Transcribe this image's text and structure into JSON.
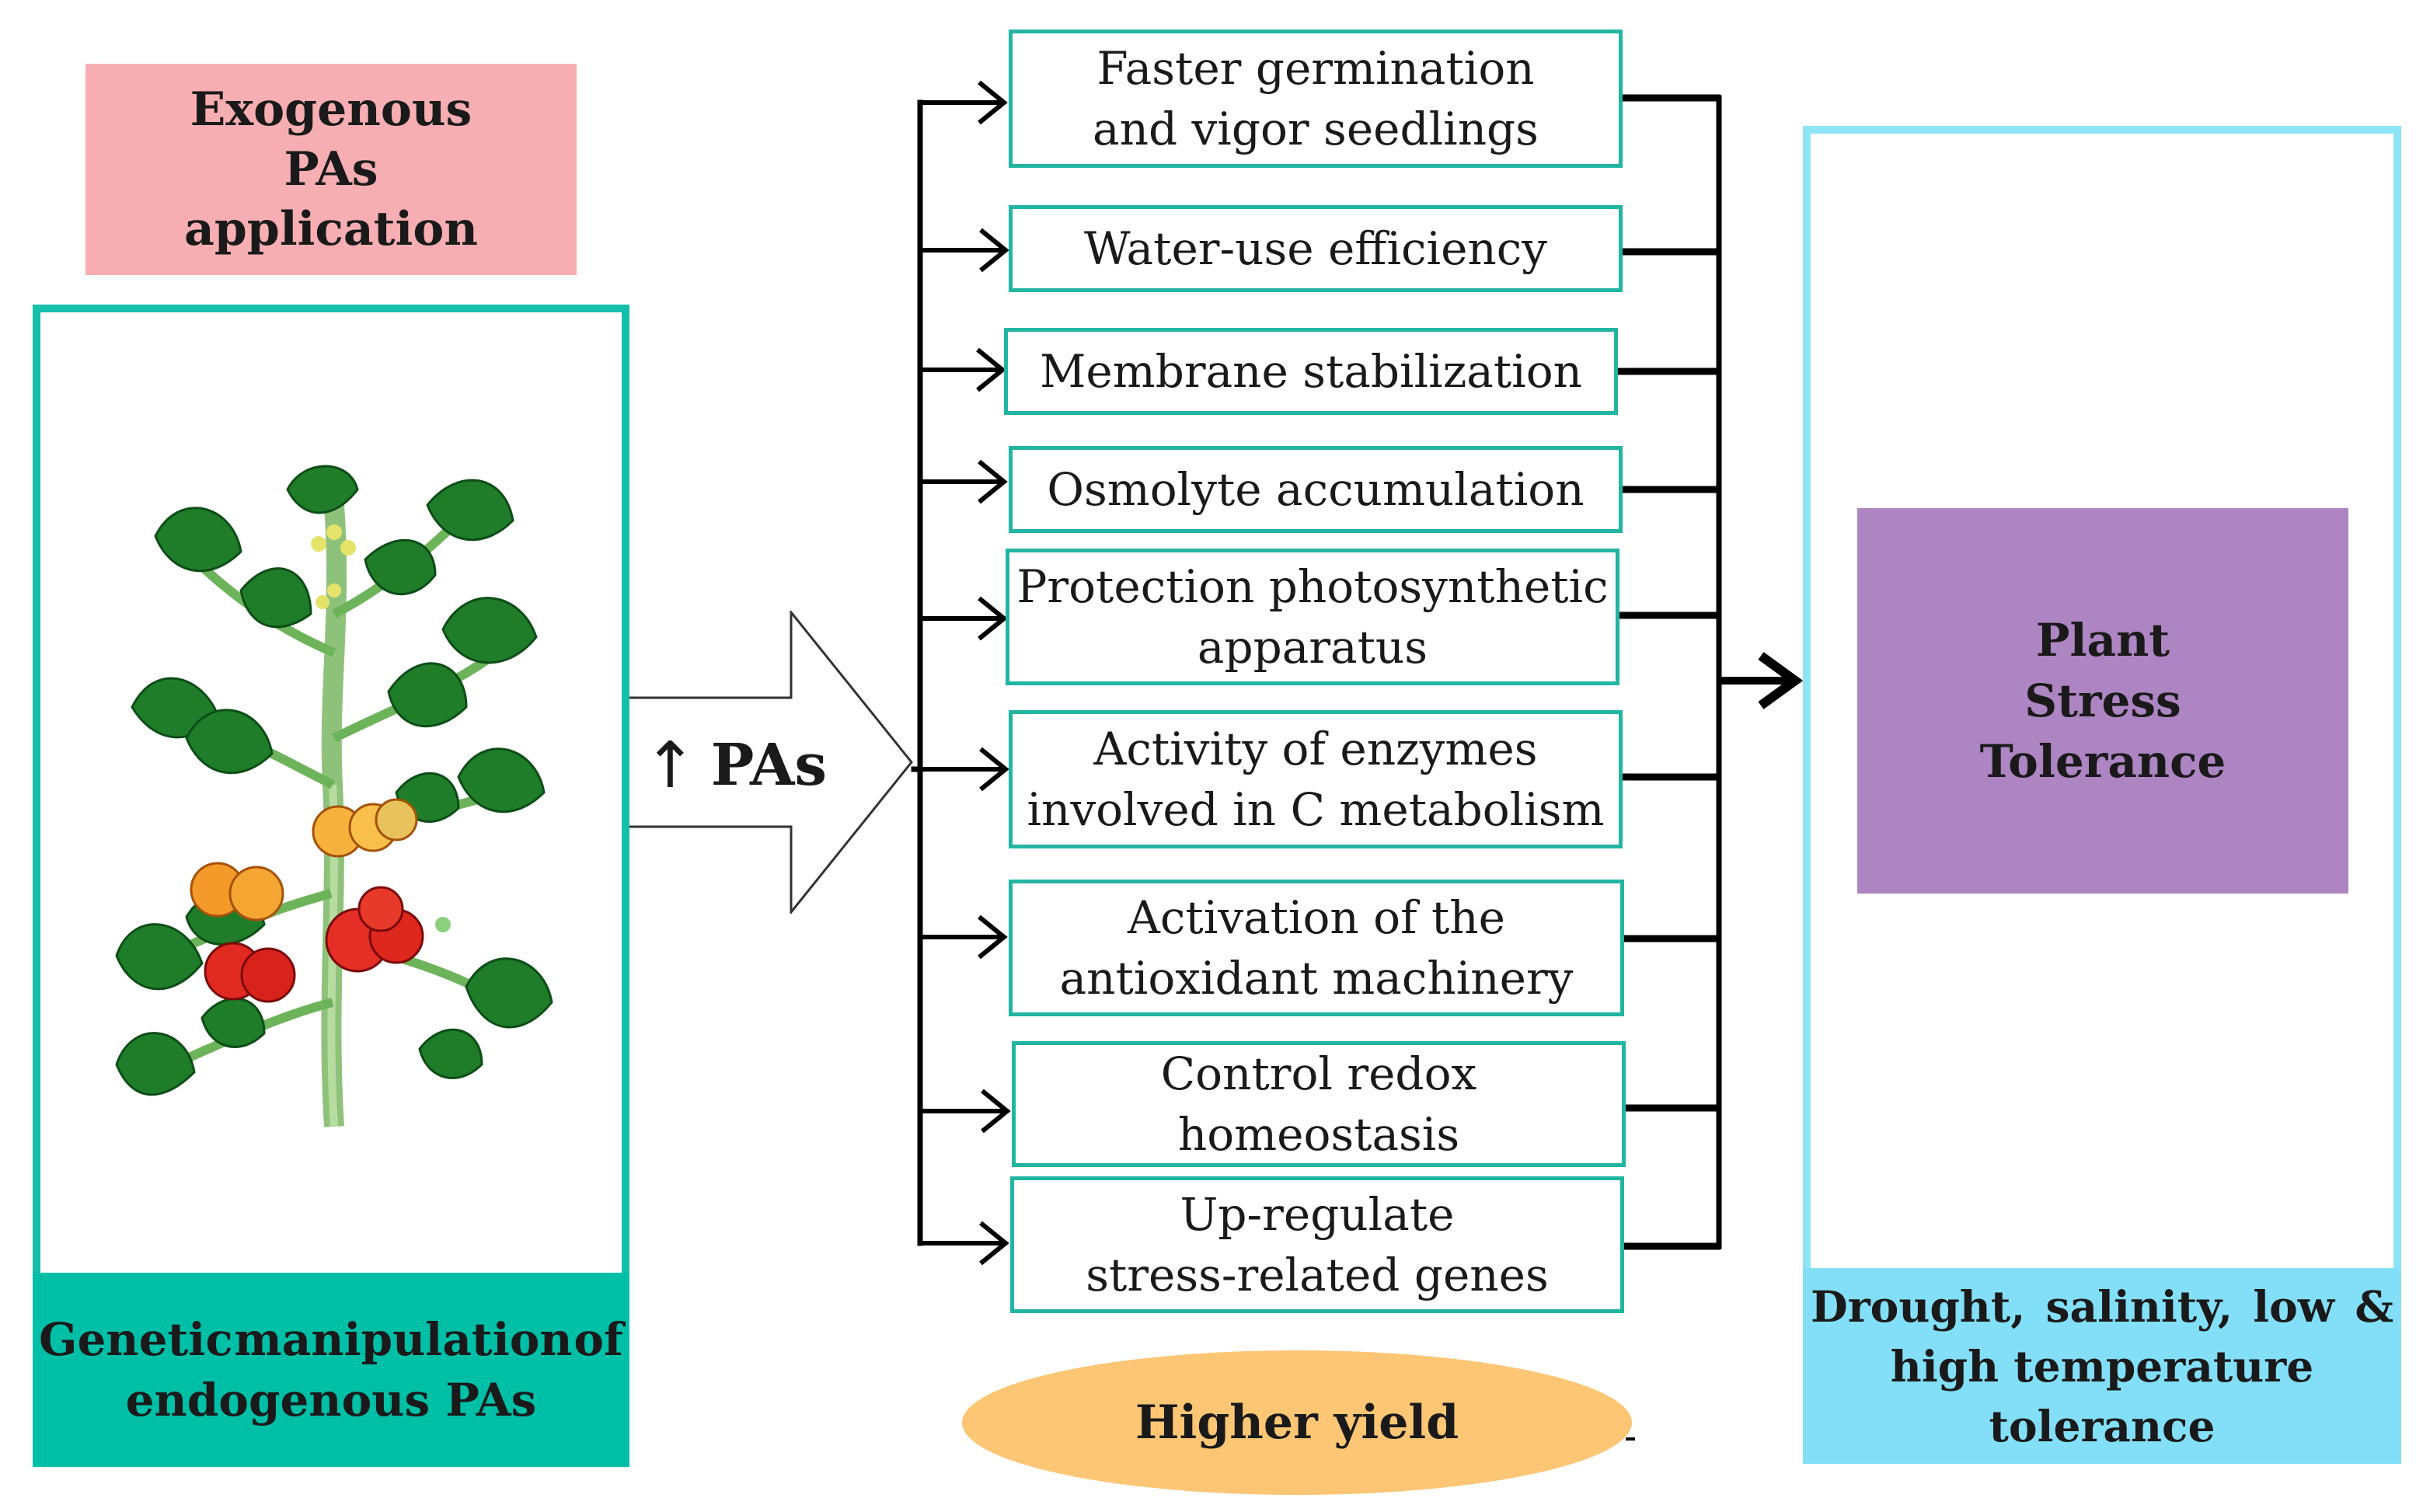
{
  "exogenous": {
    "label": [
      "Exogenous",
      "PAs",
      "application"
    ]
  },
  "genetic": {
    "line1": [
      "Genetic",
      "manipulation",
      "of"
    ],
    "line2": "endogenous PAs"
  },
  "pas_arrow": {
    "arrow": "↑",
    "label": "PAs"
  },
  "effects": [
    {
      "lines": [
        "Faster germination",
        "and vigor seedlings"
      ]
    },
    {
      "lines": [
        "Water-use efficiency"
      ]
    },
    {
      "lines": [
        "Membrane stabilization"
      ]
    },
    {
      "lines": [
        "Osmolyte accumulation"
      ]
    },
    {
      "lines": [
        "Protection photosynthetic",
        "apparatus"
      ]
    },
    {
      "lines": [
        "Activity of enzymes",
        "involved in C metabolism"
      ]
    },
    {
      "lines": [
        "Activation of the",
        "antioxidant machinery"
      ]
    },
    {
      "lines": [
        "Control redox",
        "homeostasis"
      ]
    },
    {
      "lines": [
        "Up-regulate",
        "stress-related genes"
      ]
    }
  ],
  "plant_stress": {
    "label": [
      "Plant",
      "Stress",
      "Tolerance"
    ]
  },
  "tolerance": {
    "line1": [
      "Drought,",
      "salinity,",
      "low",
      "&"
    ],
    "line2": "high temperature tolerance"
  },
  "yield": {
    "label": "Higher yield"
  },
  "colors": {
    "exogenous_fill": "#f7aeb2",
    "genetic_fill": "#00bfa7",
    "effect_border": "#22b5a2",
    "tolerance_fill": "#82dff7",
    "plant_stress_fill": "#ad85c2",
    "yield_fill": "#fcc675"
  },
  "icons": {
    "plant": "tomato-plant-illustration"
  }
}
